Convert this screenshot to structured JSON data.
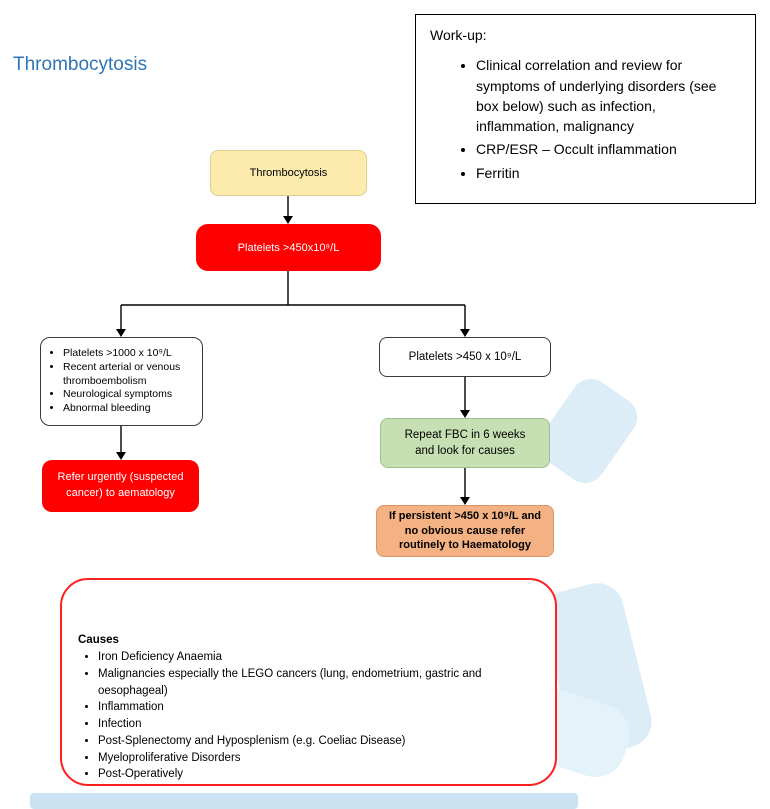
{
  "page": {
    "title": "Thrombocytosis"
  },
  "workup": {
    "heading": "Work-up:",
    "bullets": [
      "Clinical correlation and review for symptoms of underlying disorders (see box below) such as infection, inflammation, malignancy",
      "CRP/ESR – Occult inflammation",
      "Ferritin"
    ]
  },
  "flowchart": {
    "start": "Thrombocytosis",
    "platelets_450": "Platelets >450x10⁹/L",
    "left_criteria": [
      "Platelets >1000 x 10⁹/L",
      "Recent arterial or venous thromboembolism",
      "Neurological symptoms",
      "Abnormal bleeding"
    ],
    "right_criteria": "Platelets >450 x 10⁹/L",
    "refer_urgent": "Refer urgently (suspected cancer) to aematology",
    "repeat_fbc": "Repeat FBC in 6 weeks and look for causes",
    "persistent": "If persistent >450 x 10⁹/L and no obvious cause refer routinely to Haematology"
  },
  "causes": {
    "heading": "Causes",
    "items": [
      "Iron Deficiency Anaemia",
      "Malignancies especially the LEGO cancers (lung, endometrium, gastric and oesophageal)",
      "Inflammation",
      "Infection",
      "Post-Splenectomy and Hyposplenism (e.g. Coeliac Disease)",
      "Myeloproliferative Disorders",
      "Post-Operatively"
    ]
  },
  "colors": {
    "title_blue": "#2E75B6",
    "start_fill": "#FDEBAD",
    "alert_red": "#FE0000",
    "repeat_green": "#C6E0B4",
    "persistent_orange": "#F4B183",
    "causes_border": "#FF1F1F",
    "watermark_blue": "#DCEDF8"
  }
}
